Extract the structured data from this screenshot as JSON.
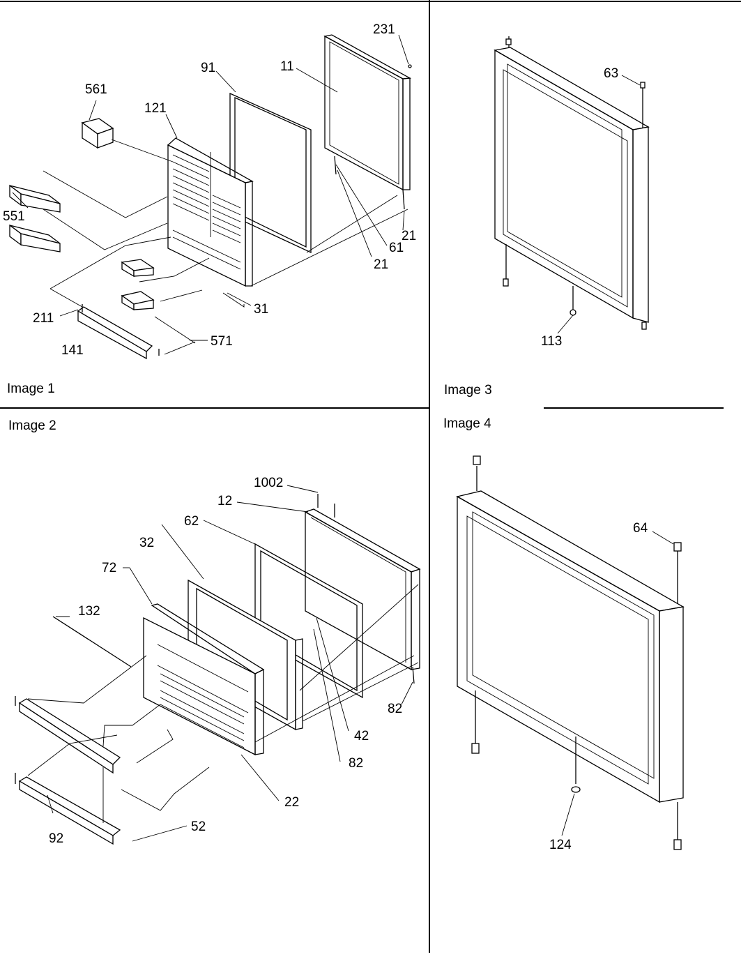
{
  "panels": [
    {
      "caption": "Image 1",
      "labels": [
        "231",
        "91",
        "11",
        "561",
        "121",
        "551",
        "61",
        "21",
        "21",
        "31",
        "211",
        "571",
        "141"
      ]
    },
    {
      "caption": "Image 2",
      "labels": [
        "1002",
        "12",
        "62",
        "32",
        "72",
        "132",
        "42",
        "82",
        "82",
        "22",
        "52",
        "92"
      ]
    },
    {
      "caption": "Image 3",
      "labels": [
        "63",
        "113"
      ]
    },
    {
      "caption": "Image 4",
      "labels": [
        "64",
        "124"
      ]
    }
  ]
}
